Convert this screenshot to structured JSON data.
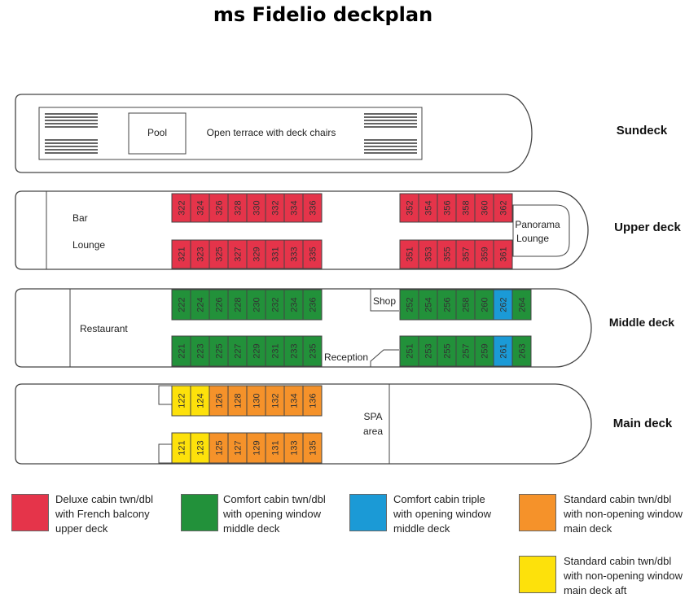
{
  "title": "ms Fidelio deckplan",
  "colors": {
    "deluxe": "#e5344a",
    "comfort": "#22913a",
    "comfort_triple": "#1b9ad6",
    "standard": "#f5922a",
    "standard_aft": "#fde10b",
    "outline": "#444444"
  },
  "sundeck": {
    "name": "Sundeck",
    "pool": "Pool",
    "terrace": "Open terrace with deck chairs"
  },
  "upper_deck": {
    "name": "Upper deck",
    "bar": "Bar",
    "lounge": "Lounge",
    "panorama_line1": "Panorama",
    "panorama_line2": "Lounge",
    "cabins": [
      {
        "num": "322",
        "cat": "deluxe"
      },
      {
        "num": "324",
        "cat": "deluxe"
      },
      {
        "num": "326",
        "cat": "deluxe"
      },
      {
        "num": "328",
        "cat": "deluxe"
      },
      {
        "num": "330",
        "cat": "deluxe"
      },
      {
        "num": "332",
        "cat": "deluxe"
      },
      {
        "num": "334",
        "cat": "deluxe"
      },
      {
        "num": "336",
        "cat": "deluxe"
      },
      {
        "num": "321",
        "cat": "deluxe"
      },
      {
        "num": "323",
        "cat": "deluxe"
      },
      {
        "num": "325",
        "cat": "deluxe"
      },
      {
        "num": "327",
        "cat": "deluxe"
      },
      {
        "num": "329",
        "cat": "deluxe"
      },
      {
        "num": "331",
        "cat": "deluxe"
      },
      {
        "num": "333",
        "cat": "deluxe"
      },
      {
        "num": "335",
        "cat": "deluxe"
      },
      {
        "num": "352",
        "cat": "deluxe"
      },
      {
        "num": "354",
        "cat": "deluxe"
      },
      {
        "num": "356",
        "cat": "deluxe"
      },
      {
        "num": "358",
        "cat": "deluxe"
      },
      {
        "num": "360",
        "cat": "deluxe"
      },
      {
        "num": "362",
        "cat": "deluxe"
      },
      {
        "num": "351",
        "cat": "deluxe"
      },
      {
        "num": "353",
        "cat": "deluxe"
      },
      {
        "num": "355",
        "cat": "deluxe"
      },
      {
        "num": "357",
        "cat": "deluxe"
      },
      {
        "num": "359",
        "cat": "deluxe"
      },
      {
        "num": "361",
        "cat": "deluxe"
      }
    ]
  },
  "middle_deck": {
    "name": "Middle deck",
    "restaurant": "Restaurant",
    "shop": "Shop",
    "reception": "Reception",
    "cabins": [
      {
        "num": "222",
        "cat": "comfort"
      },
      {
        "num": "224",
        "cat": "comfort"
      },
      {
        "num": "226",
        "cat": "comfort"
      },
      {
        "num": "228",
        "cat": "comfort"
      },
      {
        "num": "230",
        "cat": "comfort"
      },
      {
        "num": "232",
        "cat": "comfort"
      },
      {
        "num": "234",
        "cat": "comfort"
      },
      {
        "num": "236",
        "cat": "comfort"
      },
      {
        "num": "221",
        "cat": "comfort"
      },
      {
        "num": "223",
        "cat": "comfort"
      },
      {
        "num": "225",
        "cat": "comfort"
      },
      {
        "num": "227",
        "cat": "comfort"
      },
      {
        "num": "229",
        "cat": "comfort"
      },
      {
        "num": "231",
        "cat": "comfort"
      },
      {
        "num": "233",
        "cat": "comfort"
      },
      {
        "num": "235",
        "cat": "comfort"
      },
      {
        "num": "252",
        "cat": "comfort"
      },
      {
        "num": "254",
        "cat": "comfort"
      },
      {
        "num": "256",
        "cat": "comfort"
      },
      {
        "num": "258",
        "cat": "comfort"
      },
      {
        "num": "260",
        "cat": "comfort"
      },
      {
        "num": "262",
        "cat": "comfort_triple"
      },
      {
        "num": "264",
        "cat": "comfort"
      },
      {
        "num": "251",
        "cat": "comfort"
      },
      {
        "num": "253",
        "cat": "comfort"
      },
      {
        "num": "255",
        "cat": "comfort"
      },
      {
        "num": "257",
        "cat": "comfort"
      },
      {
        "num": "259",
        "cat": "comfort"
      },
      {
        "num": "261",
        "cat": "comfort_triple"
      },
      {
        "num": "263",
        "cat": "comfort"
      }
    ]
  },
  "main_deck": {
    "name": "Main deck",
    "spa_line1": "SPA",
    "spa_line2": "area",
    "cabins": [
      {
        "num": "122",
        "cat": "standard_aft"
      },
      {
        "num": "124",
        "cat": "standard_aft"
      },
      {
        "num": "126",
        "cat": "standard"
      },
      {
        "num": "128",
        "cat": "standard"
      },
      {
        "num": "130",
        "cat": "standard"
      },
      {
        "num": "132",
        "cat": "standard"
      },
      {
        "num": "134",
        "cat": "standard"
      },
      {
        "num": "136",
        "cat": "standard"
      },
      {
        "num": "121",
        "cat": "standard_aft"
      },
      {
        "num": "123",
        "cat": "standard_aft"
      },
      {
        "num": "125",
        "cat": "standard"
      },
      {
        "num": "127",
        "cat": "standard"
      },
      {
        "num": "129",
        "cat": "standard"
      },
      {
        "num": "131",
        "cat": "standard"
      },
      {
        "num": "133",
        "cat": "standard"
      },
      {
        "num": "135",
        "cat": "standard"
      }
    ]
  },
  "legend": [
    {
      "key": "deluxe",
      "lines": [
        "Deluxe cabin twn/dbl",
        "with French balcony",
        "upper deck"
      ]
    },
    {
      "key": "comfort",
      "lines": [
        "Comfort cabin twn/dbl",
        "with opening window",
        "middle deck"
      ]
    },
    {
      "key": "comfort_triple",
      "lines": [
        "Comfort cabin triple",
        "with opening window",
        "middle deck"
      ]
    },
    {
      "key": "standard",
      "lines": [
        "Standard cabin twn/dbl",
        "with non-opening window",
        "main deck"
      ]
    },
    {
      "key": "standard_aft",
      "lines": [
        "Standard cabin twn/dbl",
        "with non-opening window",
        "main deck aft"
      ]
    }
  ]
}
